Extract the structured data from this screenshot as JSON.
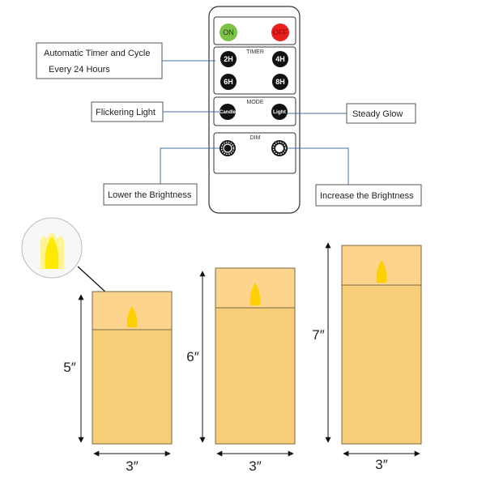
{
  "remote": {
    "on_label": "ON",
    "off_label": "OFF",
    "timer_section": "TIMER",
    "timer_buttons": [
      "2H",
      "4H",
      "6H",
      "8H"
    ],
    "mode_section": "MODE",
    "mode_buttons": [
      "Candle",
      "Light"
    ],
    "dim_section": "DIM",
    "colors": {
      "on": "#7cc243",
      "off": "#e8201f",
      "button": "#111111"
    }
  },
  "callouts": {
    "timer_line1": "Automatic Timer and Cycle",
    "timer_line2": "Every 24 Hours",
    "flicker": "Flickering Light",
    "steady": "Steady Glow",
    "lower": "Lower the Brightness",
    "increase": "Increase the Brightness"
  },
  "candles": [
    {
      "height": "5″",
      "width": "3″"
    },
    {
      "height": "6″",
      "width": "3″"
    },
    {
      "height": "7″",
      "width": "3″"
    }
  ],
  "colors": {
    "candle_top": "#fcd48e",
    "candle_body": "#f7cd78",
    "flame": "#ffd000"
  }
}
